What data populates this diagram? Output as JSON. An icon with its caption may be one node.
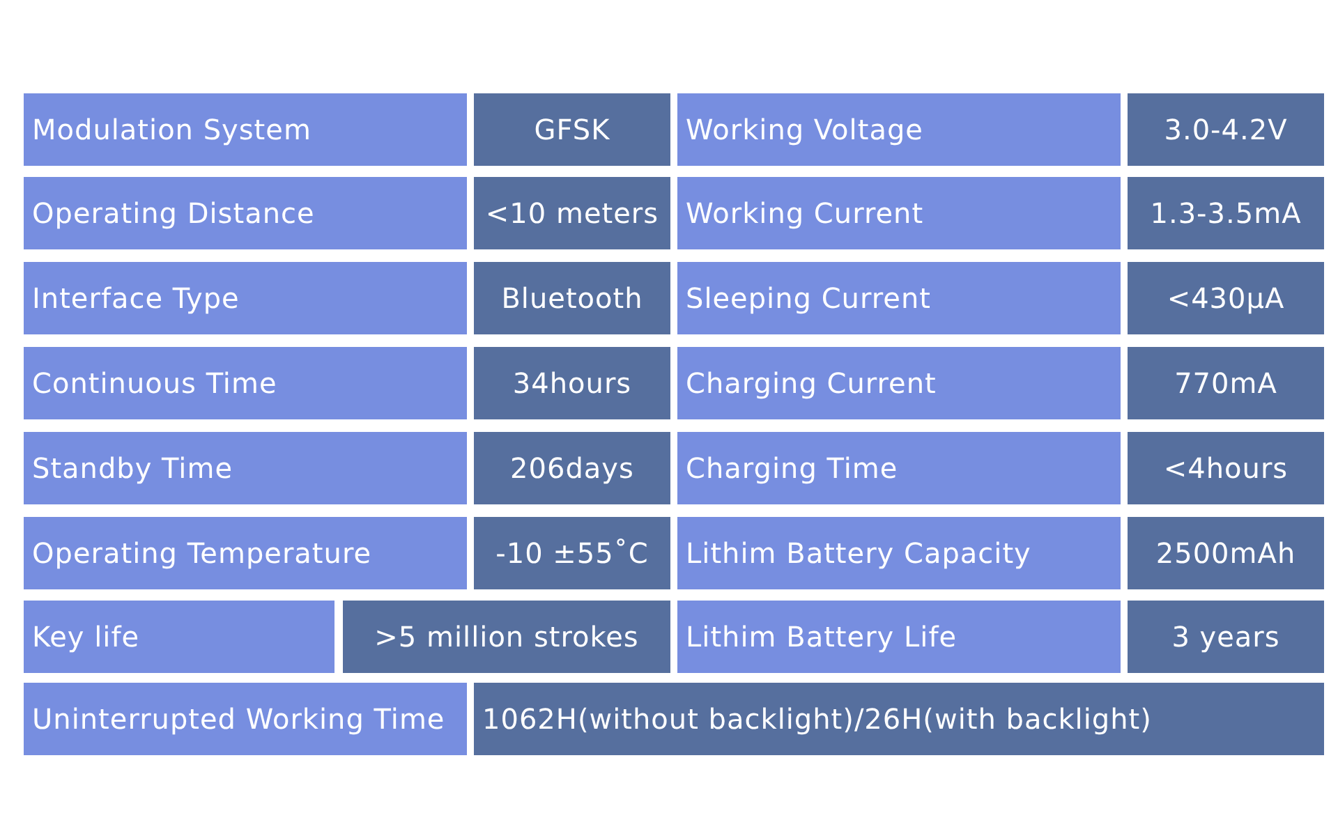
{
  "diagram": {
    "labels": [
      "Modulation System",
      "GFSK",
      "Working Voltage",
      "3.0-4.2V",
      "Operating Distance",
      "<10 meters",
      "Working Current",
      "1.3-3.5mA",
      "Interface Type",
      "Bluetooth",
      "Sleeping  Current",
      "<430μA",
      "Continuous Time",
      "34hours",
      "Charging Current",
      "770mA",
      "Standby Time",
      "206days",
      "Charging Time",
      "<4hours",
      "Operating Temperature",
      "-10 ±55˚C",
      "Lithim Battery Capacity",
      "2500mAh",
      "Key life",
      ">5 million strokes",
      "Lithim Battery Life",
      "3 years",
      "Uninterrupted Working Time",
      "1062H(without backlight)/26H(with backlight)"
    ]
  }
}
